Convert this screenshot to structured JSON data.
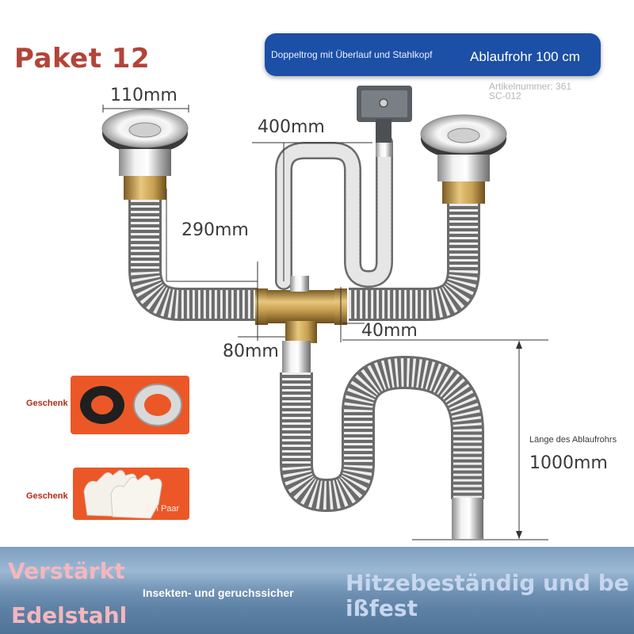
{
  "header": {
    "title": "Paket 12",
    "banner_subtitle": "Doppeltrog mit Überlauf und Stahlkopf",
    "banner_main": "Ablaufrohr 100 cm",
    "article_line1": "Artikelnummer: 361",
    "article_line2": "SC-012"
  },
  "dimensions": {
    "strainer": "110mm",
    "overflow_hose": "400mm",
    "branch": "290mm",
    "tee_left": "80mm",
    "tee_right": "40mm",
    "drain_label": "Länge des Ablaufrohrs",
    "drain": "1000mm"
  },
  "gifts": [
    {
      "label": "Geschenk",
      "extra": ""
    },
    {
      "label": "Geschenk",
      "extra": "Ein Paar"
    }
  ],
  "features": {
    "reinforced": "Verstärkt",
    "material": "Edelstahl",
    "insect_proof": "Insekten- und geruchssicher",
    "heat_line1": "Hitzebeständig und be",
    "heat_line2": "ißfest"
  },
  "colors": {
    "title": "#b2443a",
    "banner": "#1c4fa6",
    "gift_panel": "#ec5727",
    "brass": "#c8a052"
  }
}
